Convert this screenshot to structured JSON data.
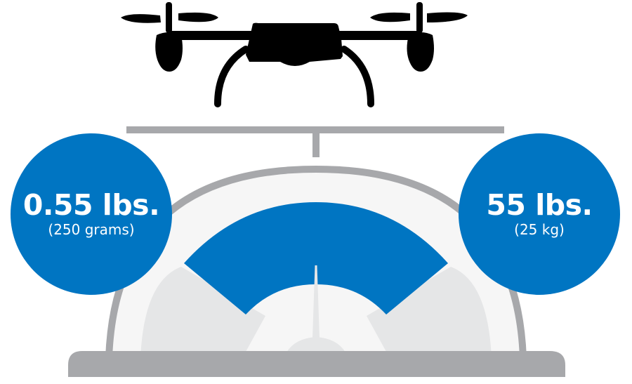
{
  "illustration": {
    "subject": "drone-over-weight-scale",
    "colors": {
      "blue": "#0075c2",
      "gray": "#a7a8ab",
      "light_gray": "#e5e6e7",
      "off_white": "#f6f6f6",
      "black": "#000000"
    }
  },
  "weights": {
    "min": {
      "main": "0.55 lbs.",
      "sub": "(250 grams)"
    },
    "max": {
      "main": "55 lbs.",
      "sub": "(25 kg)"
    }
  }
}
